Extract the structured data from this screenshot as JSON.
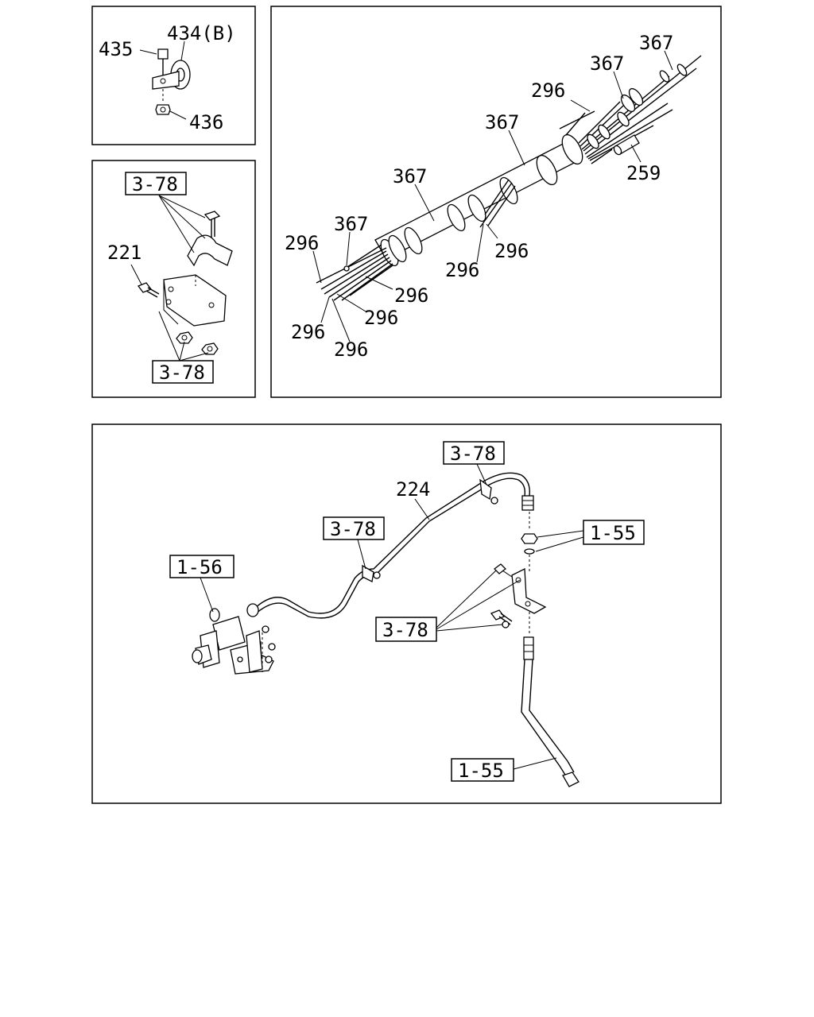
{
  "callouts": {
    "c435": "435",
    "c434b": "434(B)",
    "c436": "436",
    "ref_378_a": "3-78",
    "ref_378_b": "3-78",
    "c221": "221",
    "h367_1": "367",
    "h367_2": "367",
    "h367_3": "367",
    "h367_4": "367",
    "h367_5": "367",
    "h296_1": "296",
    "h296_2": "296",
    "h296_3": "296",
    "h296_4": "296",
    "h296_5": "296",
    "h296_6": "296",
    "h296_7": "296",
    "h296_8": "296",
    "h259": "259",
    "p378_top": "3-78",
    "p224": "224",
    "p378_mid": "3-78",
    "p156": "1-56",
    "p155_a": "1-55",
    "p378_low": "3-78",
    "p155_b": "1-55"
  }
}
